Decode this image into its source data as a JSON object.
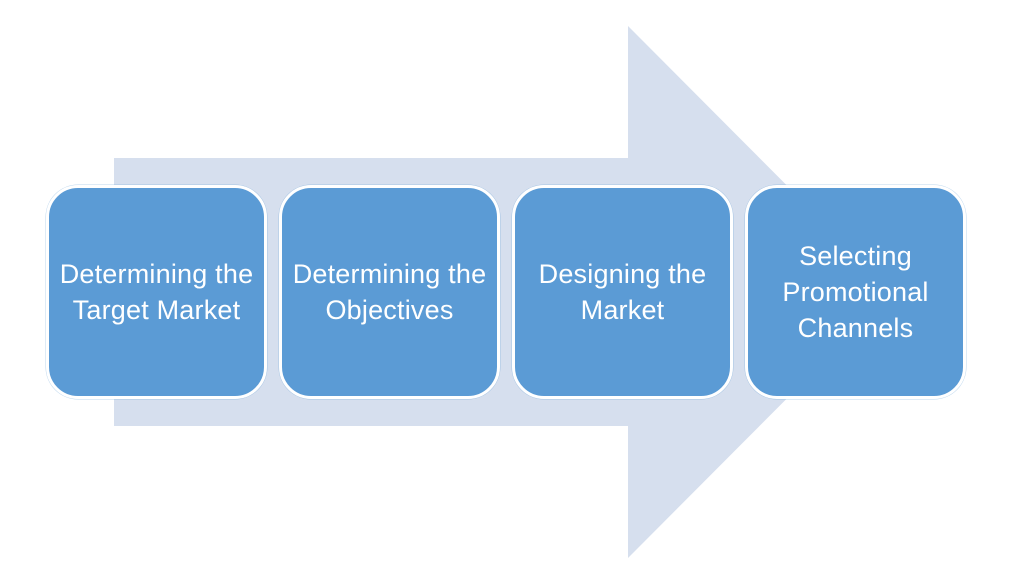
{
  "diagram": {
    "colors": {
      "arrow": "#D6DFEE",
      "box": "#5B9BD5",
      "text": "#FFFFFF",
      "border": "#FFFFFF"
    },
    "steps": [
      {
        "label": "Determining the Target Market"
      },
      {
        "label": "Determining the Objectives"
      },
      {
        "label": "Designing the Market"
      },
      {
        "label": "Selecting Promotional Channels"
      }
    ]
  }
}
